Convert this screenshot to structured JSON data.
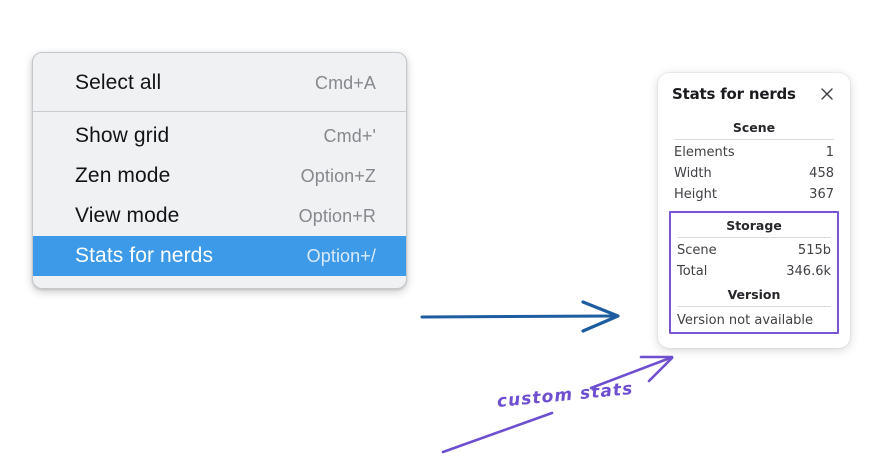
{
  "menu": {
    "groups": [
      {
        "items": [
          {
            "label": "Select all",
            "shortcut": "Cmd+A",
            "selected": false
          }
        ]
      },
      {
        "items": [
          {
            "label": "Show grid",
            "shortcut": "Cmd+'",
            "selected": false
          },
          {
            "label": "Zen mode",
            "shortcut": "Option+Z",
            "selected": false
          },
          {
            "label": "View mode",
            "shortcut": "Option+R",
            "selected": false
          },
          {
            "label": "Stats for nerds",
            "shortcut": "Option+/",
            "selected": true
          }
        ]
      }
    ],
    "highlight_color": "#3d9ae8"
  },
  "stats_panel": {
    "title": "Stats for nerds",
    "close_icon": "close-icon",
    "scene": {
      "heading": "Scene",
      "rows": [
        {
          "key": "Elements",
          "value": "1"
        },
        {
          "key": "Width",
          "value": "458"
        },
        {
          "key": "Height",
          "value": "367"
        }
      ]
    },
    "storage": {
      "heading": "Storage",
      "rows": [
        {
          "key": "Scene",
          "value": "515b"
        },
        {
          "key": "Total",
          "value": "346.6k"
        }
      ]
    },
    "version": {
      "heading": "Version",
      "text": "Version not available"
    },
    "highlight_color": "#7a56d6"
  },
  "annotations": {
    "custom_stats_label": "custom stats",
    "blue_arrow_color": "#1d5d9f",
    "purple_color": "#6d4fd0"
  }
}
